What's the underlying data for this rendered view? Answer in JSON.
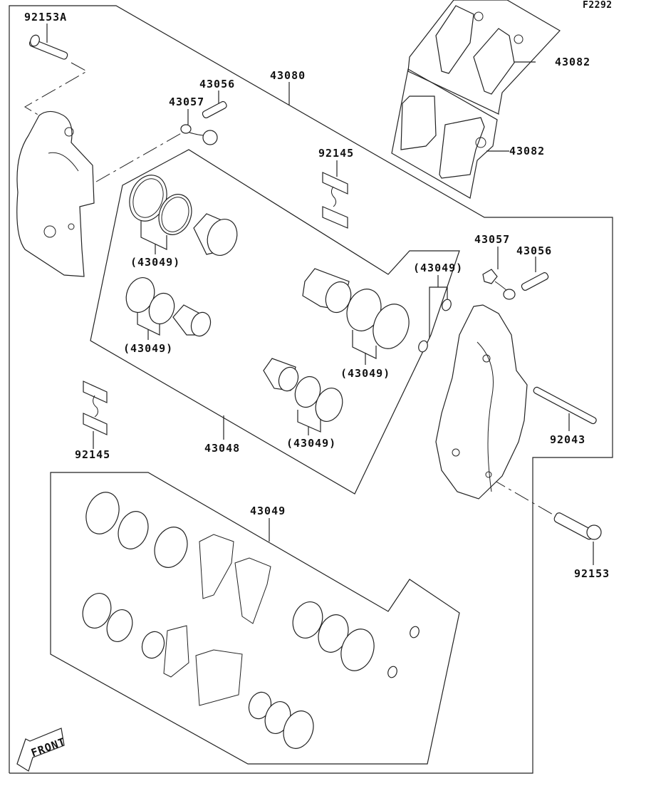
{
  "figure_id": "F2292",
  "labels": {
    "bolt_top_left": "92153A",
    "caliper_assy": "43080",
    "bleeder_valve_left": "43056",
    "cap_left": "43057",
    "pad_set_upper": "43082",
    "pad_set_lower": "43082",
    "pad_spring_upper": "92145",
    "pad_spring_lower": "92145",
    "seal_kit_group": "43048",
    "seal_ref_1": "(43049)",
    "seal_ref_2": "(43049)",
    "seal_ref_3": "(43049)",
    "seal_ref_4": "(43049)",
    "seal_ref_5": "(43049)",
    "cap_right": "43057",
    "bleeder_valve_right": "43056",
    "pin": "92043",
    "bolt_right": "92153",
    "seal_kit": "43049"
  },
  "front_arrow": "FRONT"
}
